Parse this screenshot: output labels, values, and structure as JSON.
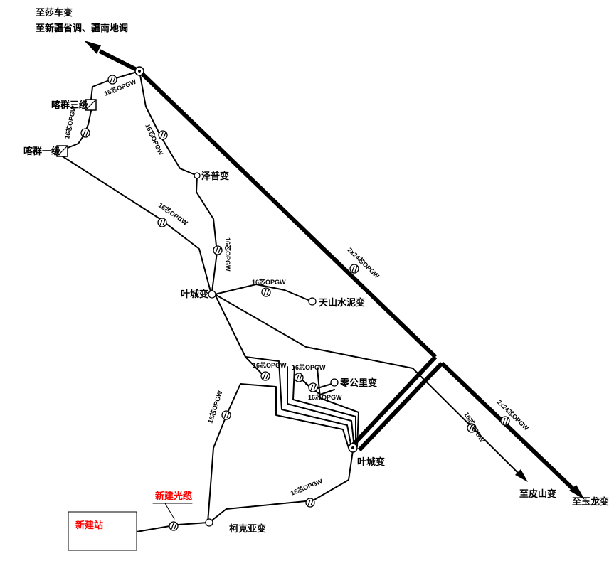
{
  "stations": {
    "kashi3": "喀群三级",
    "kashi1": "喀群一级",
    "zepu": "泽普变",
    "yecheng_top": "叶城变",
    "tianshan": "天山水泥变",
    "linggongli": "零公里变",
    "yecheng_main": "叶城变",
    "kekeya": "柯克亚变",
    "new_station": "新建站"
  },
  "destinations": {
    "top_line1": "至莎车变",
    "top_line2": "至新疆省调、疆南地调",
    "pishan": "至皮山变",
    "yulong": "至玉龙变"
  },
  "new_cable_label": "新建光缆",
  "cables": {
    "c1": "16芯OPGW",
    "c2": "16芯OPGW",
    "c3": "16芯OPGW",
    "c4": "16芯OPGW",
    "c5": "16芯OPGW",
    "c6": "16芯OPGW",
    "c7": "16芯OPGW",
    "c8": "16芯OPGW",
    "c9": "16芯OPGW",
    "c10": "16芯OPGW",
    "c11": "16芯OPGW",
    "c12": "16芯OPGW",
    "trunk1": "2x24芯OPGW",
    "trunk2": "2x24芯OPGW"
  },
  "colors": {
    "line": "#000000",
    "highlight": "#ff0000"
  }
}
